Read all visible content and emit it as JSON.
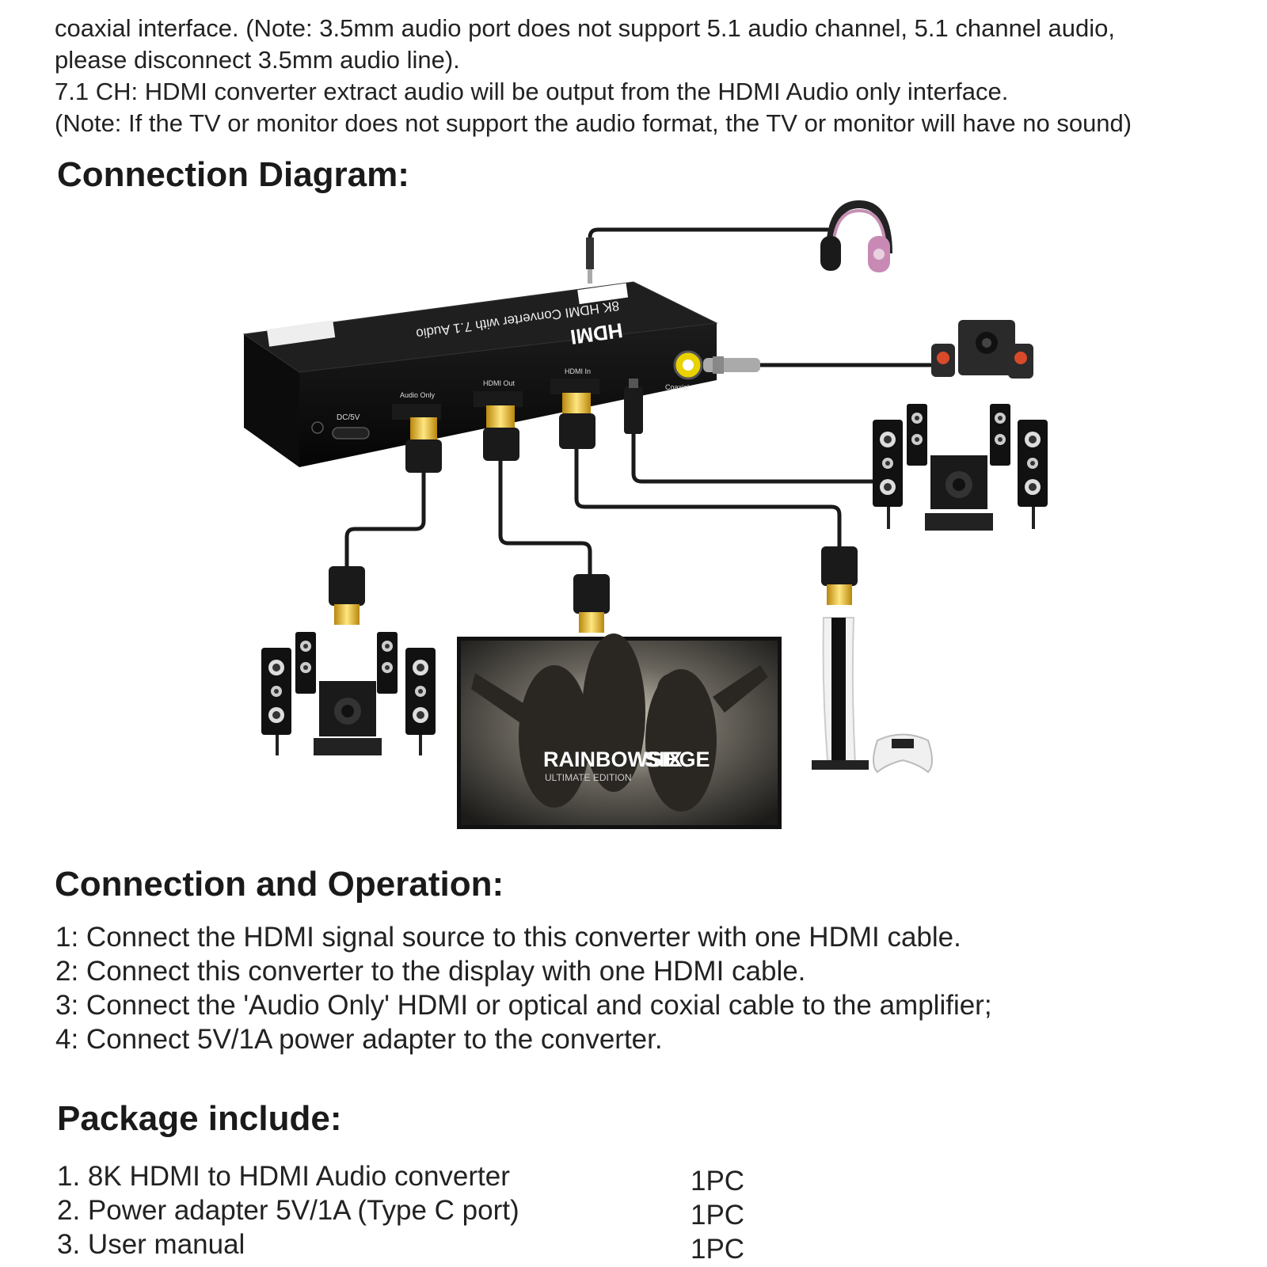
{
  "intro_lines": [
    "coaxial interface. (Note: 3.5mm audio port does not support 5.1 audio channel, 5.1 channel audio,",
    "please disconnect 3.5mm audio line).",
    "7.1 CH: HDMI converter extract audio will be output from the HDMI Audio only interface.",
    "(Note: If the TV or monitor does not support the audio format, the TV or monitor will have no sound)"
  ],
  "headings": {
    "diagram": "Connection Diagram:",
    "operation": "Connection and Operation:",
    "package": "Package include:"
  },
  "device": {
    "brand": "HDMI",
    "model_text": "8K HDMI Converter with 7.1 Audio",
    "ports": {
      "dc": "DC/5V",
      "audio_only": "Audio Only",
      "hdmi_out": "HDMI Out",
      "hdmi_in": "HDMI In",
      "coaxial": "Coaxial"
    }
  },
  "tv_screen": {
    "game_title_left": "RAINBOWSIX",
    "game_title_right": "SIEGE",
    "edition": "ULTIMATE EDITION"
  },
  "steps": [
    "1: Connect the HDMI signal source to this converter with one HDMI cable.",
    "2: Connect this converter to the display with one HDMI cable.",
    "3: Connect the 'Audio Only' HDMI or optical and coxial cable to the amplifier;",
    "4: Connect 5V/1A power adapter to the converter."
  ],
  "package_items": [
    {
      "name": "1. 8K HDMI to HDMI Audio converter",
      "qty": "1PC"
    },
    {
      "name": "2. Power adapter 5V/1A (Type C port)",
      "qty": "1PC"
    },
    {
      "name": "3. User manual",
      "qty": "1PC"
    }
  ]
}
